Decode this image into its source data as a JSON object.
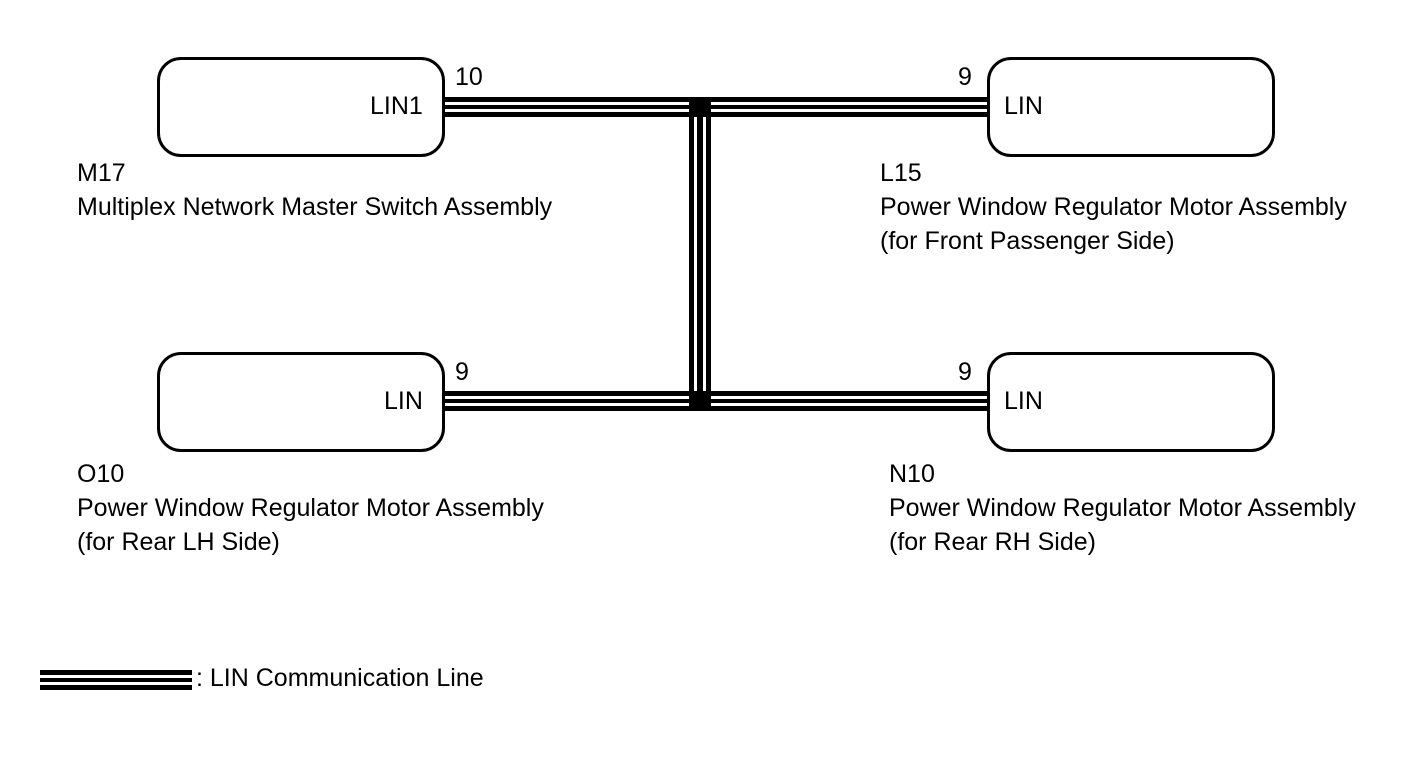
{
  "components": {
    "m17": {
      "code": "M17",
      "name": "Multiplex Network Master Switch Assembly",
      "port_label": "LIN1",
      "pin": "10"
    },
    "l15": {
      "code": "L15",
      "name": "Power Window Regulator Motor Assembly",
      "side": "(for Front Passenger Side)",
      "port_label": "LIN",
      "pin": "9"
    },
    "o10": {
      "code": "O10",
      "name": "Power Window Regulator Motor Assembly",
      "side": "(for Rear LH Side)",
      "port_label": "LIN",
      "pin": "9"
    },
    "n10": {
      "code": "N10",
      "name": "Power Window Regulator Motor Assembly",
      "side": "(for Rear RH Side)",
      "port_label": "LIN",
      "pin": "9"
    }
  },
  "legend": {
    "text": ": LIN Communication Line"
  },
  "colors": {
    "line": "#000000",
    "background": "#ffffff"
  }
}
